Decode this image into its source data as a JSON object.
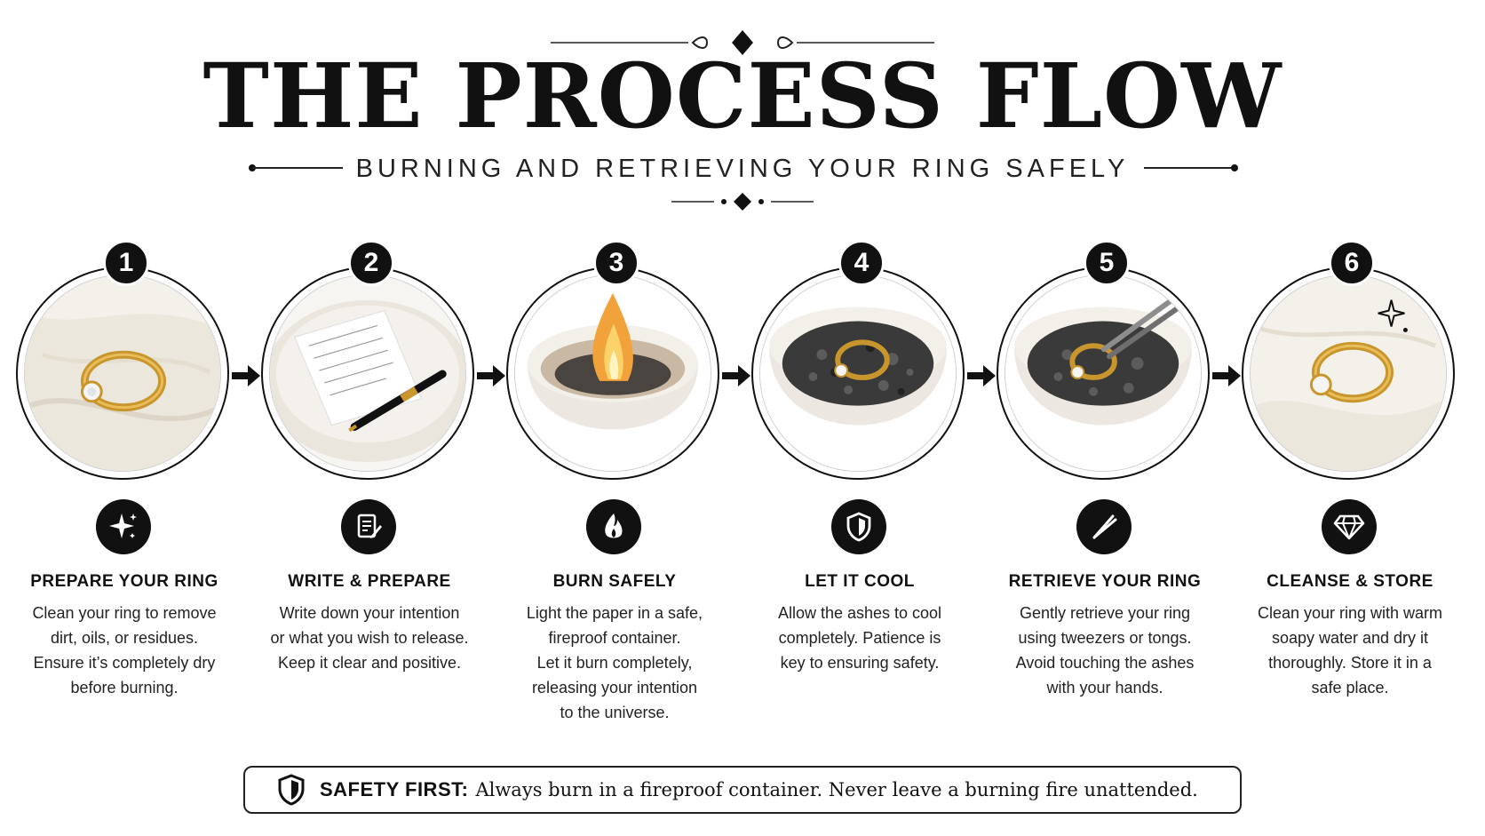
{
  "header": {
    "title": "THE PROCESS FLOW",
    "subtitle": "BURNING AND RETRIEVING YOUR RING SAFELY"
  },
  "steps": [
    {
      "number": "1",
      "title": "PREPARE YOUR RING",
      "description": "Clean your ring to remove\ndirt, oils, or residues.\nEnsure it’s completely dry\nbefore burning.",
      "icon": "sparkle-icon"
    },
    {
      "number": "2",
      "title": "WRITE & PREPARE",
      "description": "Write down your intention\nor what you wish to release.\nKeep it clear and positive.",
      "icon": "document-pen-icon"
    },
    {
      "number": "3",
      "title": "BURN SAFELY",
      "description": "Light the paper in a safe,\nfireproof container.\nLet it burn completely,\nreleasing your intention\nto the universe.",
      "icon": "flame-icon"
    },
    {
      "number": "4",
      "title": "LET IT COOL",
      "description": "Allow the ashes to cool\ncompletely. Patience is\nkey to ensuring safety.",
      "icon": "shield-icon"
    },
    {
      "number": "5",
      "title": "RETRIEVE YOUR RING",
      "description": "Gently retrieve your ring\nusing tweezers or tongs.\nAvoid touching the ashes\nwith your hands.",
      "icon": "tweezers-icon"
    },
    {
      "number": "6",
      "title": "CLEANSE & STORE",
      "description": "Clean your ring with warm\nsoapy water and dry it\nthoroughly. Store it in a\nsafe place.",
      "icon": "diamond-icon"
    }
  ],
  "safety": {
    "label": "SAFETY FIRST:",
    "text": "Always burn in a fireproof container. Never leave a burning fire unattended.",
    "icon": "shield-icon"
  },
  "colors": {
    "ink": "#111111",
    "gold": "#d4a23a",
    "ash": "#3a3a3a",
    "bowl": "#f1ede6",
    "cloth": "#f4f1ea"
  }
}
